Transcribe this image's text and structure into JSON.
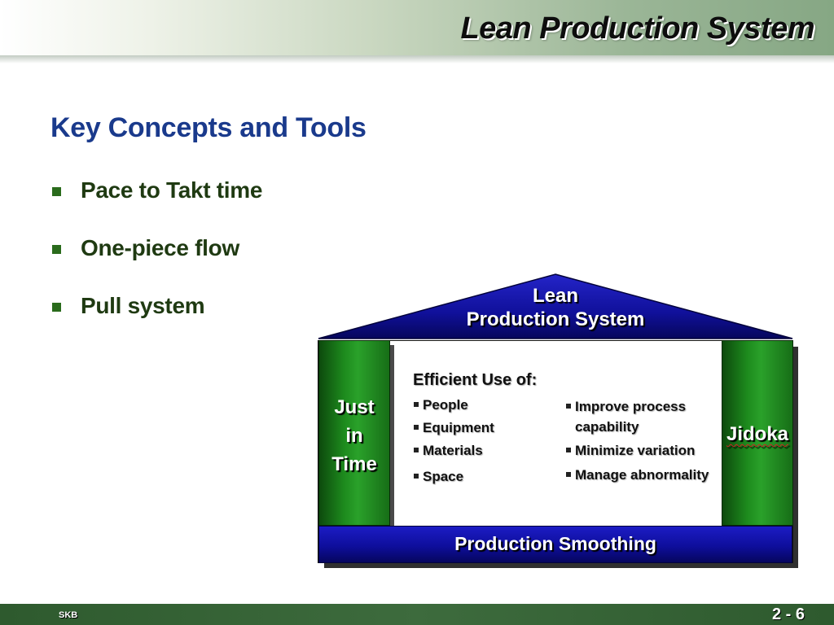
{
  "slide": {
    "title": "Lean Production System",
    "section_title": "Key Concepts and Tools",
    "bullets": [
      "Pace to Takt time",
      "One-piece flow",
      "Pull system"
    ]
  },
  "diagram": {
    "roof_line1": "Lean",
    "roof_line2": "Production System",
    "left_pillar": [
      "Just",
      "in",
      "Time"
    ],
    "right_pillar": "Jidoka",
    "base": "Production Smoothing",
    "center_title": "Efficient Use of:",
    "center_left_items": [
      "People",
      "Equipment",
      "Materials",
      "Space"
    ],
    "center_right_items": [
      "Improve process",
      "capability",
      "Minimize variation",
      "Manage abnormality"
    ],
    "colors": {
      "pillar_green": "#1d8a1d",
      "base_blue": "#0e0e9c",
      "roof_blue": "#10109a"
    }
  },
  "footer": {
    "left": "SKB",
    "page": "2 - 6"
  }
}
